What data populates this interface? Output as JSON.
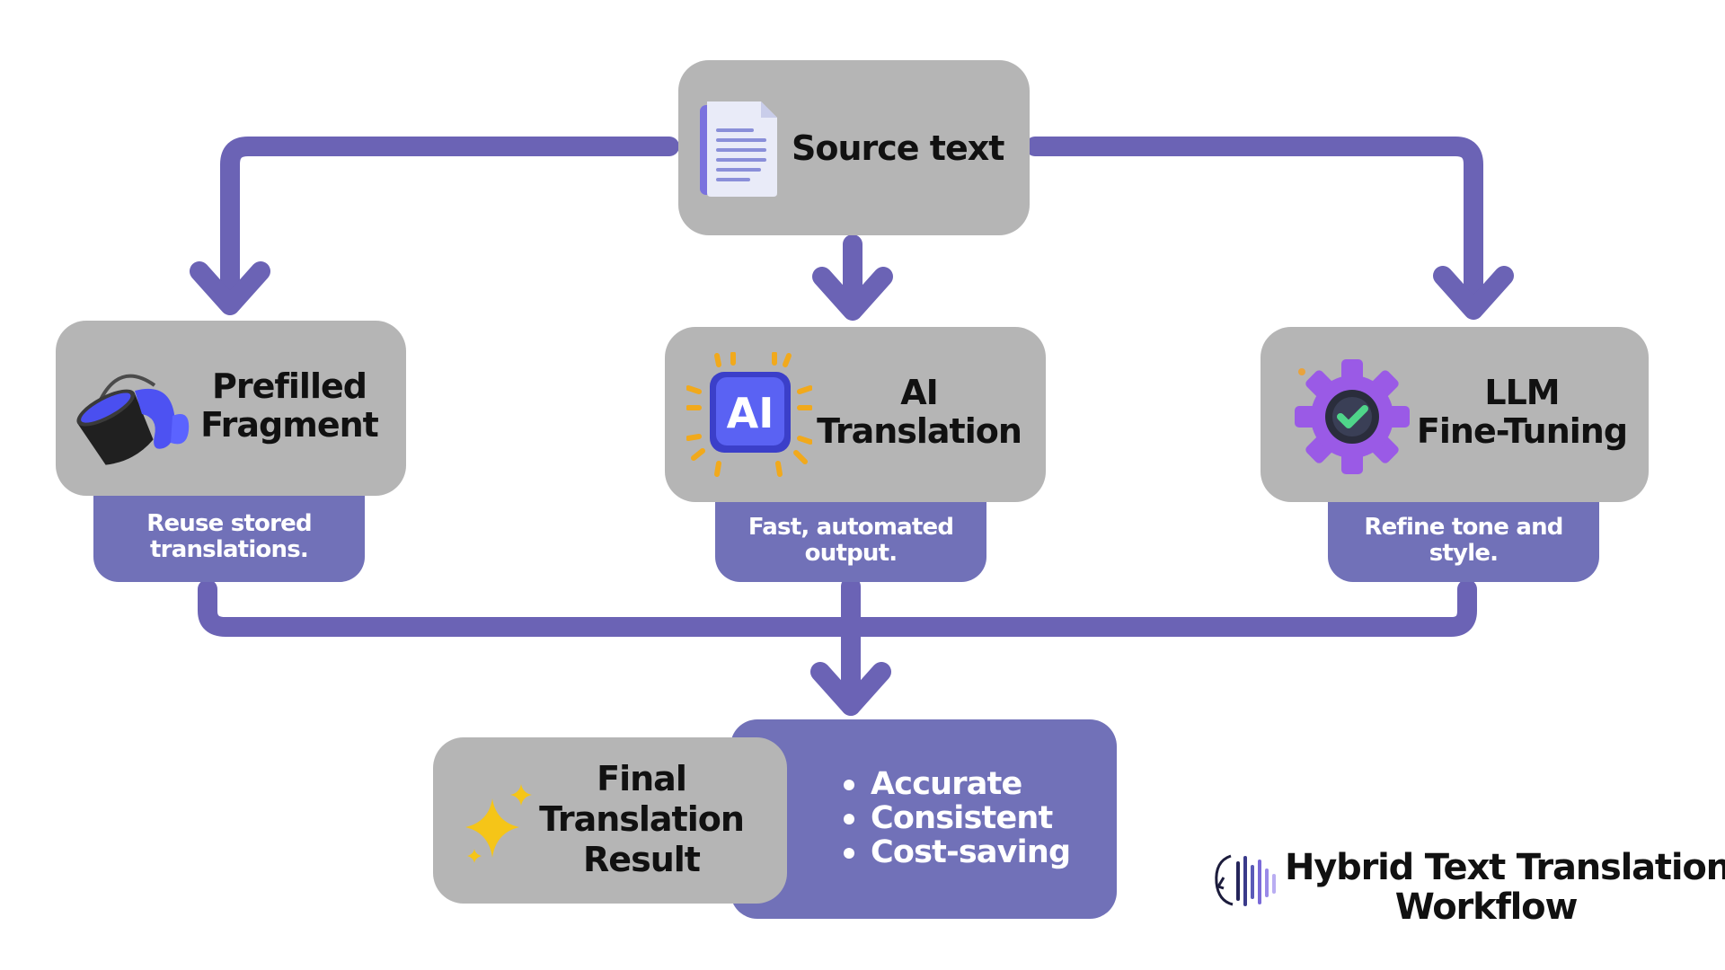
{
  "diagram": {
    "nodes": {
      "source": {
        "title": "Source text",
        "icon": "document-icon"
      },
      "prefilled": {
        "title_line1": "Prefilled",
        "title_line2": "Fragment",
        "caption_line1": "Reuse stored",
        "caption_line2": "translations.",
        "icon": "paint-bucket-icon"
      },
      "ai": {
        "title_line1": "AI",
        "title_line2": "Translation",
        "caption_line1": "Fast, automated",
        "caption_line2": "output.",
        "icon": "ai-chip-icon",
        "icon_text": "AI"
      },
      "llm": {
        "title_line1": "LLM",
        "title_line2": "Fine-Tuning",
        "caption_line1": "Refine tone and",
        "caption_line2": "style.",
        "icon": "gear-check-icon"
      },
      "result": {
        "title_line1": "Final",
        "title_line2": "Translation",
        "title_line3": "Result",
        "icon": "sparkle-icon",
        "benefits": [
          "Accurate",
          "Consistent",
          "Cost-saving"
        ]
      }
    },
    "footer": {
      "title_line1": "Hybrid Text Translation",
      "title_line2": "Workflow",
      "icon": "brand-logo-icon"
    },
    "colors": {
      "accent": "#6b63b5",
      "node_fill": "#b5b5b5",
      "caption_fill": "#7171b8",
      "text": "#111111"
    }
  }
}
